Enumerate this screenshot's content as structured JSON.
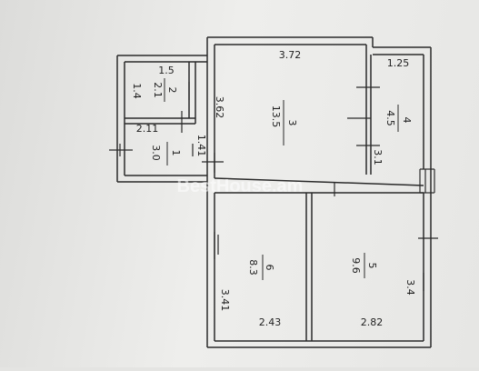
{
  "plan": {
    "watermark": "BestHouse.am",
    "rooms": [
      {
        "id": "r1",
        "number": "1",
        "area": "3.0"
      },
      {
        "id": "r2",
        "number": "2",
        "area": "2.1"
      },
      {
        "id": "r3",
        "number": "3",
        "area": "13.5"
      },
      {
        "id": "r4",
        "number": "4",
        "area": "4.5"
      },
      {
        "id": "r5",
        "number": "5",
        "area": "9.6"
      },
      {
        "id": "r6",
        "number": "6",
        "area": "8.3"
      }
    ],
    "dimensions": {
      "d372": "3.72",
      "d125": "1.25",
      "d15": "1.5",
      "d14": "1.4",
      "d362": "3.62",
      "d211": "2.11",
      "d141": "1.41",
      "d31": "3.1",
      "d34": "3.4",
      "d341": "3.41",
      "d243": "2.43",
      "d282": "2.82"
    }
  }
}
